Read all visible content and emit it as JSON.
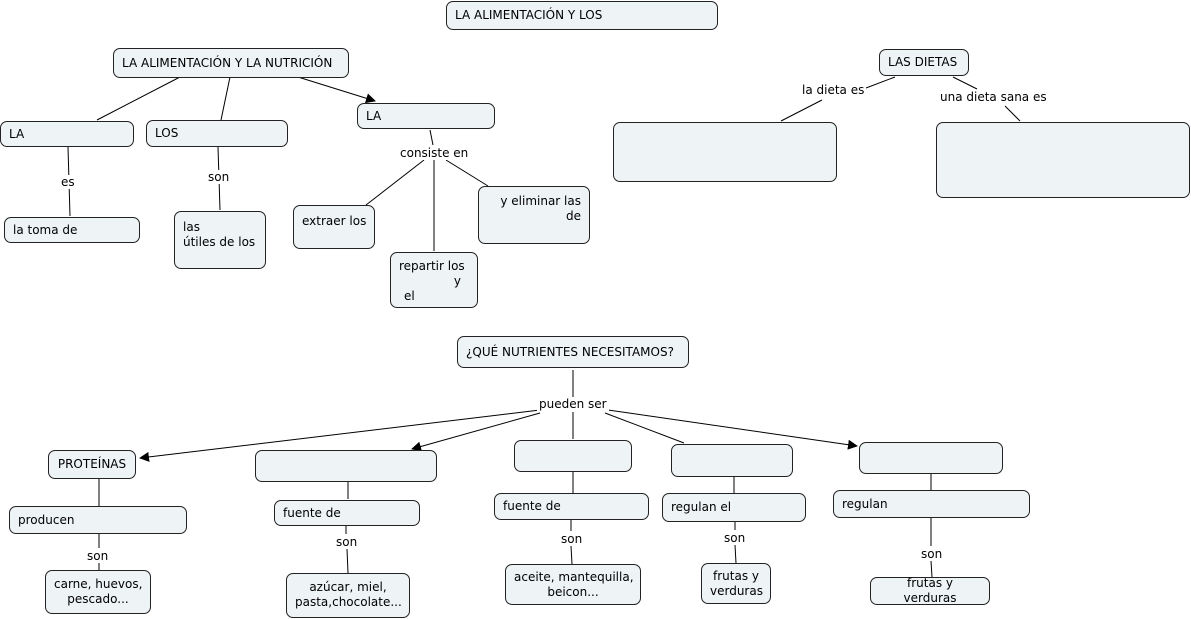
{
  "nodes": {
    "title": "LA ALIMENTACIÓN Y LOS",
    "alim_nutricion": "LA ALIMENTACIÓN Y LA NUTRICIÓN",
    "la_left": "LA",
    "toma": "la toma de",
    "los": "LOS",
    "utiles": [
      "las",
      "útiles de los"
    ],
    "la_mid": "LA",
    "extraer": "extraer los",
    "repartir": [
      "repartir los",
      "y",
      "el"
    ],
    "eliminar": [
      "y eliminar las",
      "de"
    ],
    "dietas": "LAS DIETAS",
    "dieta_box": "",
    "sana_box": "",
    "pregunta": "¿QUÉ NUTRIENTES NECESITAMOS?",
    "proteinas": "PROTEÍNAS",
    "n2": "",
    "n3": "",
    "n4": "",
    "n5": "",
    "producen": "producen",
    "fuente1": "fuente de",
    "fuente2": "fuente de",
    "regulan_el": "regulan el",
    "regulan": "regulan",
    "carne": [
      "carne, huevos,",
      "pescado..."
    ],
    "azucar": [
      "azúcar, miel,",
      "pasta,chocolate..."
    ],
    "aceite": [
      "aceite, mantequilla,",
      "beicon..."
    ],
    "frutas1": [
      "frutas y",
      "verduras"
    ],
    "frutas2": "frutas y verduras"
  },
  "links": {
    "es": "es",
    "son_los": "son",
    "consiste": "consiste en",
    "dieta_es": "la dieta es",
    "dieta_sana": "una dieta sana es",
    "pueden": "pueden ser",
    "son1": "son",
    "son2": "son",
    "son3": "son",
    "son4": "son",
    "son5": "son"
  }
}
